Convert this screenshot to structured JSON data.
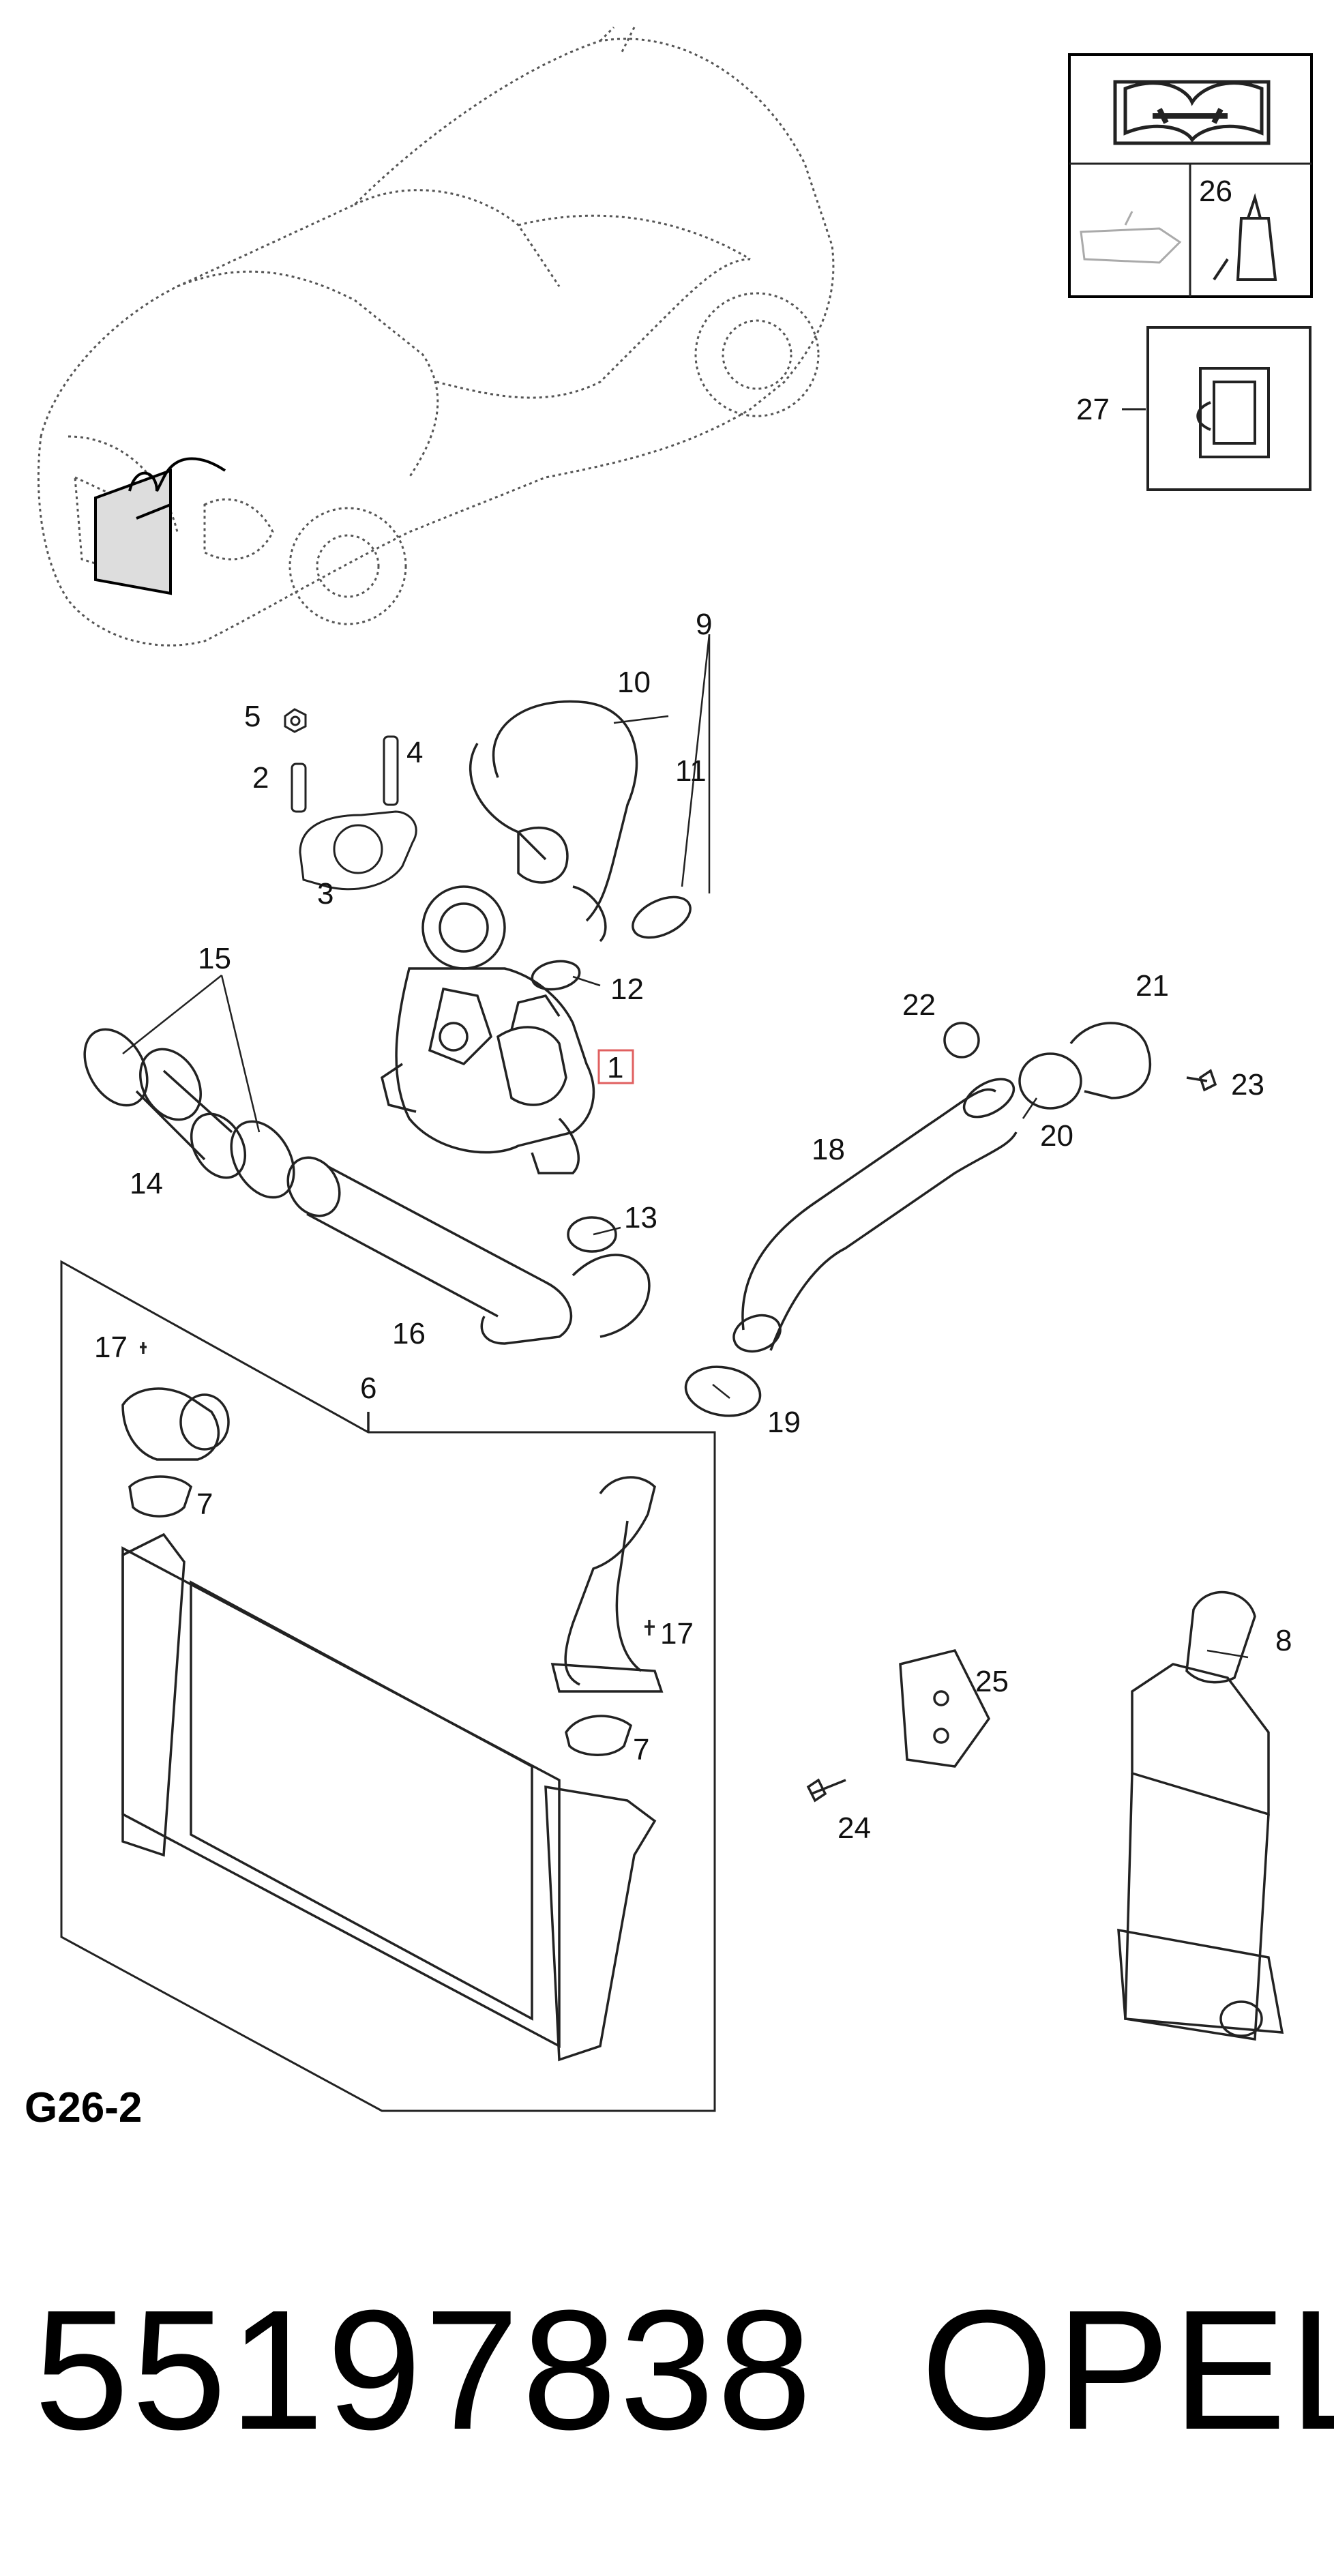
{
  "callouts": {
    "c1": "1",
    "c2": "2",
    "c3": "3",
    "c4": "4",
    "c5": "5",
    "c6": "6",
    "c7a": "7",
    "c7b": "7",
    "c8": "8",
    "c9": "9",
    "c10": "10",
    "c11": "11",
    "c12": "12",
    "c13": "13",
    "c14": "14",
    "c15": "15",
    "c16": "16",
    "c17a": "17",
    "c17b": "17",
    "c18": "18",
    "c19": "19",
    "c20": "20",
    "c21": "21",
    "c22": "22",
    "c23": "23",
    "c24": "24",
    "c25": "25",
    "c26": "26",
    "c27": "27"
  },
  "highlight_color": "#e06060",
  "section_label": "G26-2",
  "part_number": "55197838",
  "brand": "OPEL"
}
